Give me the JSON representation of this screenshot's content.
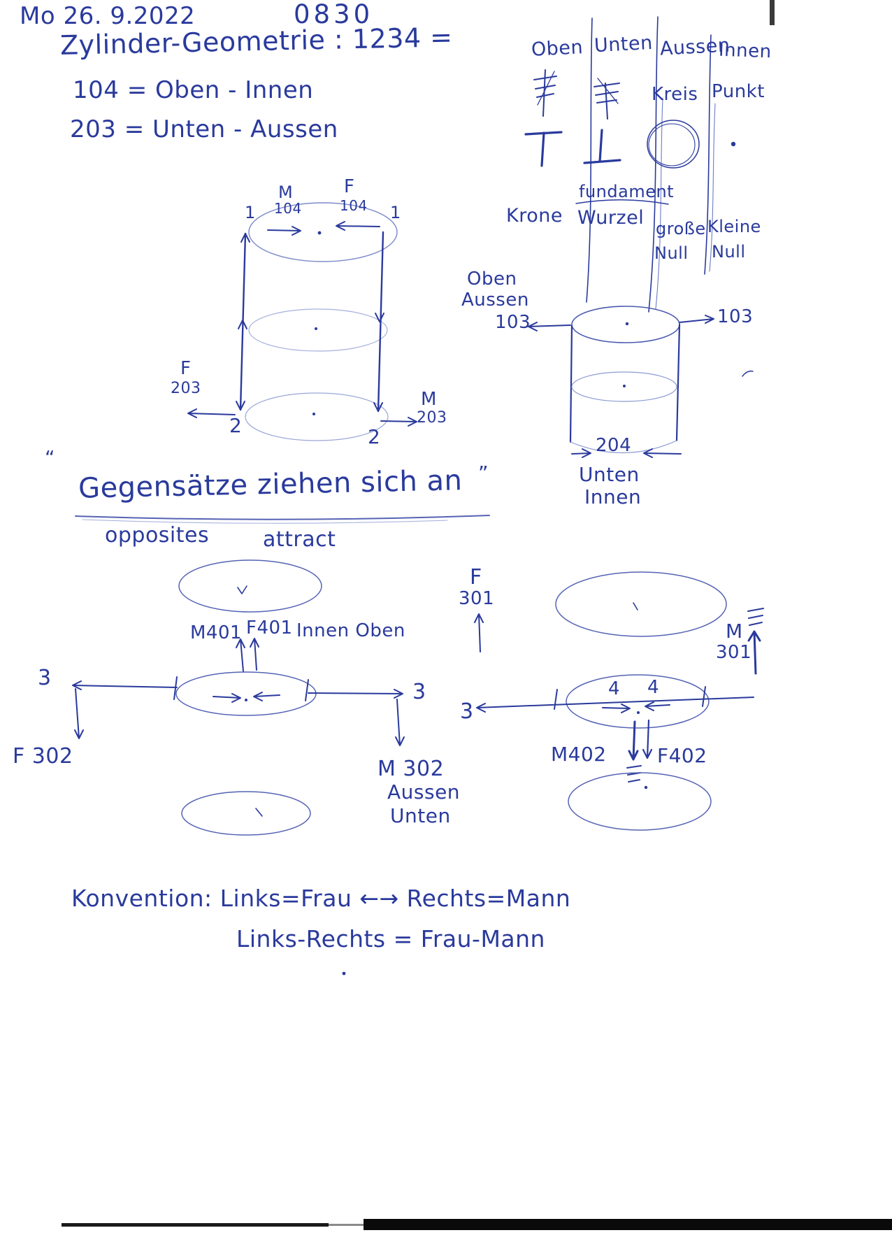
{
  "colors": {
    "ink": "#2a3a9c",
    "paper": "#ffffff",
    "faint_ink": "#8d9bd2",
    "artifact_black": "#0a0a0a"
  },
  "header": {
    "date": "Mo 26. 9.2022",
    "time": "0830",
    "title": "Zylinder-Geometrie : 1234 =",
    "code1": "104   =   Oben - Innen",
    "code2": "203   =   Unten - Aussen"
  },
  "legend": {
    "headers": [
      "Oben",
      "Unten",
      "Aussen",
      "Innen"
    ],
    "kreis": "Kreis",
    "punkt": "Punkt",
    "fundament": "fundament",
    "krone": "Krone",
    "wurzel": "Wurzel",
    "grosse": "große",
    "null_a": "Null",
    "kleine": "Kleine",
    "null_b": "Null",
    "symbol_names": [
      "crown-symbol",
      "root-symbol",
      "t-symbol",
      "inverted-t-symbol",
      "circle-symbol",
      "point-symbol"
    ]
  },
  "cyl_main": {
    "tick_left": "1",
    "tick_right": "1",
    "m_letter": "M",
    "m_code": "104",
    "f_letter": "F",
    "f_code": "104",
    "f2_letter": "F",
    "f2_code": "203",
    "m2_letter": "M",
    "m2_code": "203",
    "num_left": "2",
    "num_right": "2"
  },
  "cyl_right": {
    "top1": "Oben",
    "top2": "Aussen",
    "left_code": "103",
    "right_code": "103",
    "bottom_code": "204",
    "bottom1": "Unten",
    "bottom2": "Innen"
  },
  "quote": {
    "open": "“",
    "text": "Gegensätze ziehen sich an",
    "close": "”",
    "trans1": "opposites",
    "trans2": "attract"
  },
  "dleft": {
    "m401": "M401",
    "f401": "F401",
    "innen_oben": "Innen Oben",
    "n3l": "3",
    "n3r": "3",
    "f302": "F 302",
    "m302": "M 302",
    "aussen": "Aussen",
    "unten": "Unten"
  },
  "dright": {
    "f_letter": "F",
    "f_code": "301",
    "m_letter": "M",
    "m_code": "301",
    "n4a": "4",
    "n4b": "4",
    "n3": "3",
    "m402": "M402",
    "f402": "F402"
  },
  "footer": {
    "line1": "Konvention:   Links=Frau ←→ Rechts=Mann",
    "line2": "Links-Rechts  =  Frau-Mann"
  }
}
